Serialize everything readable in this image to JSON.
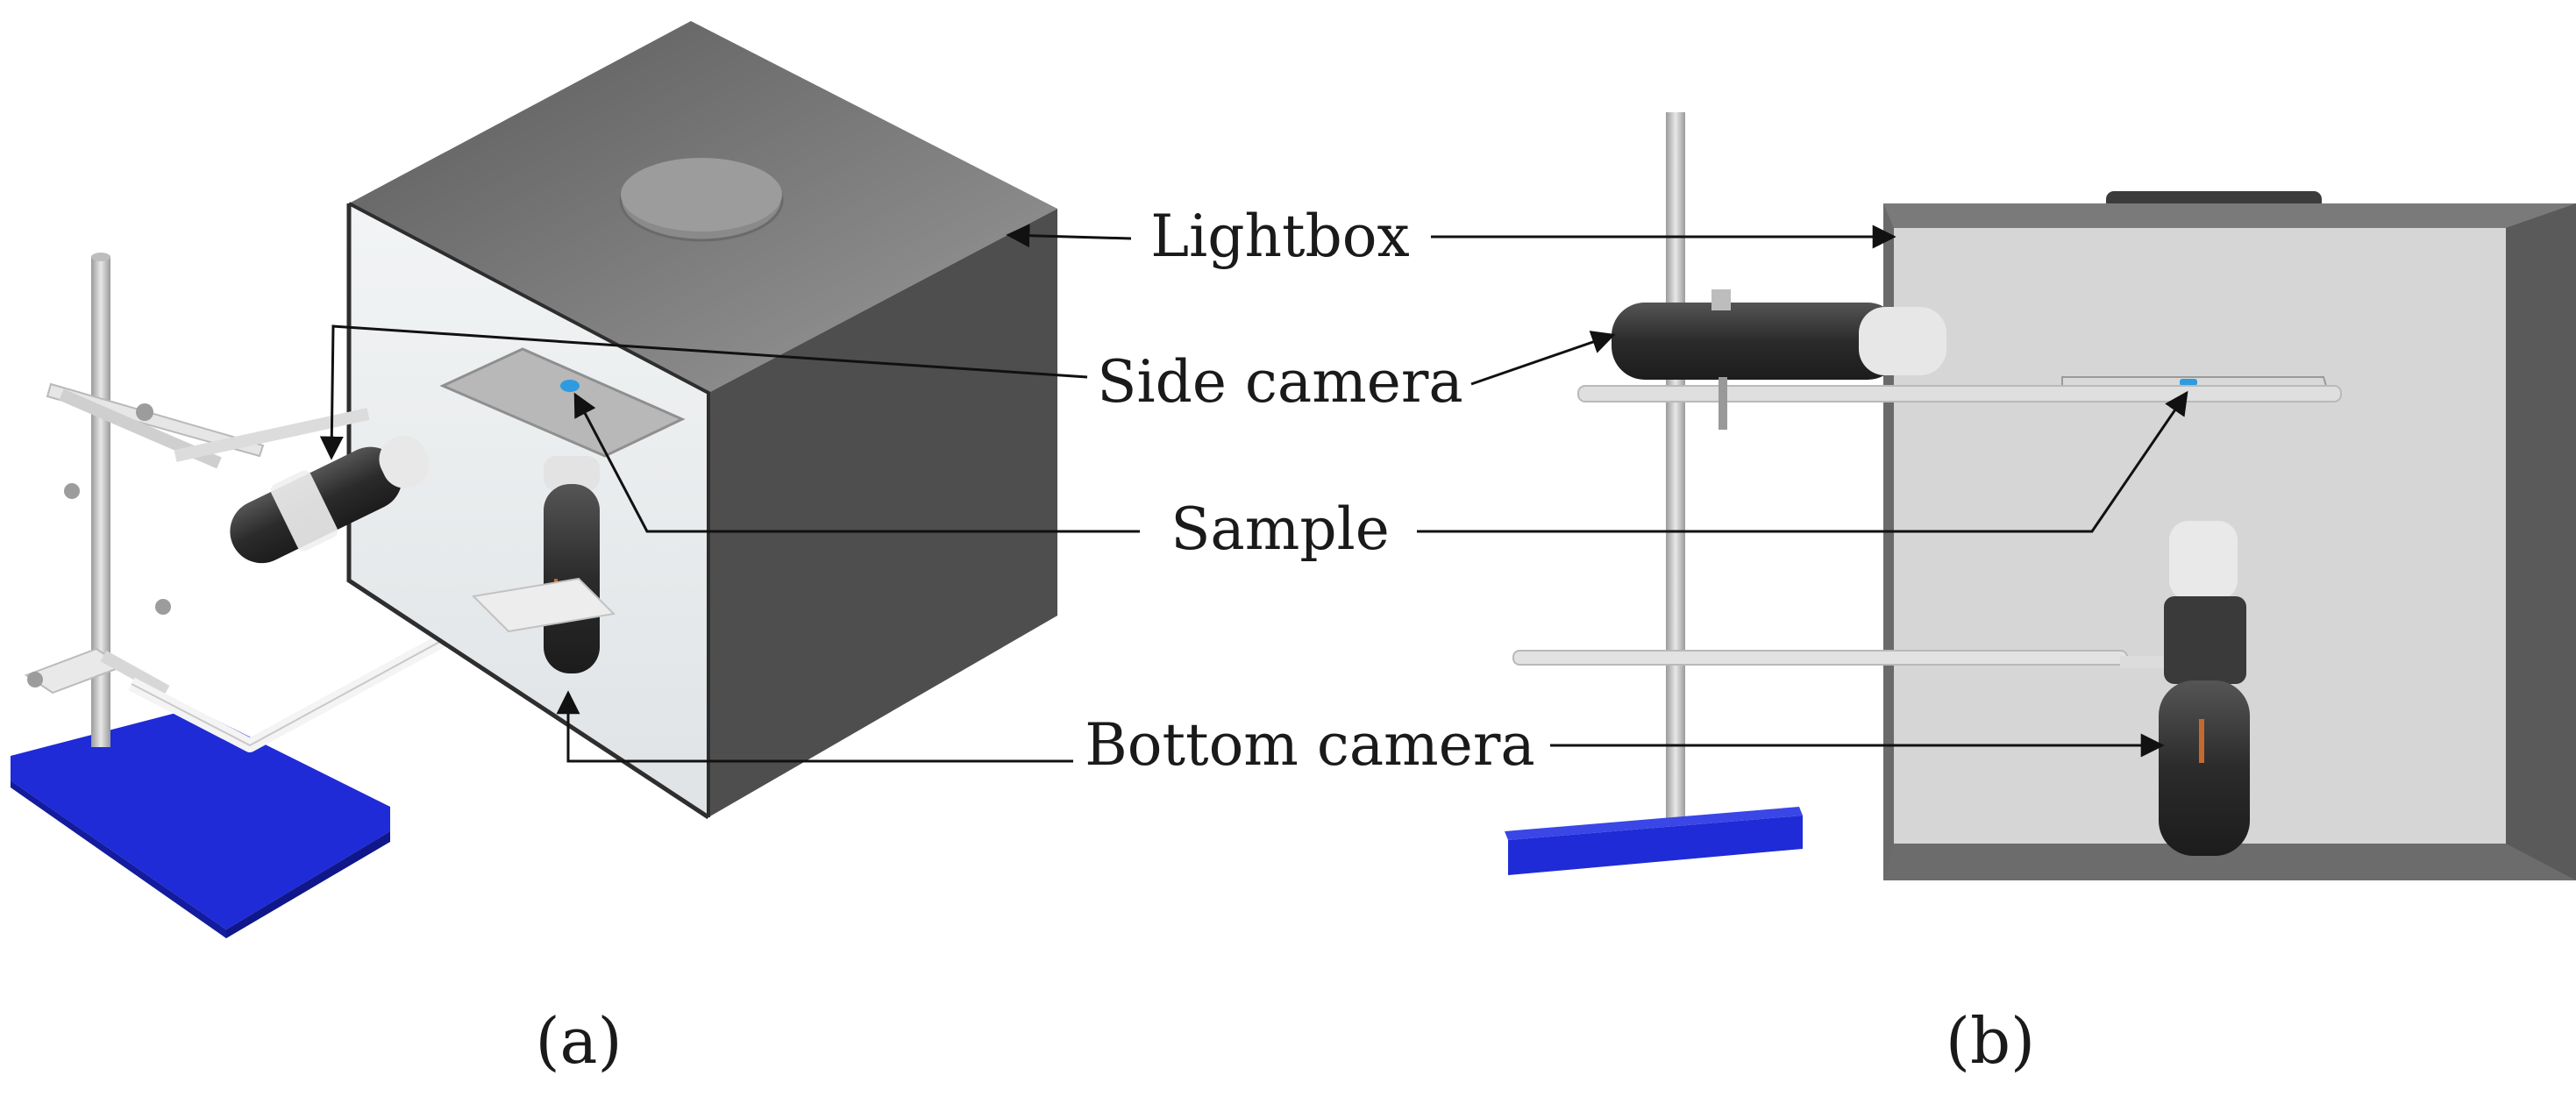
{
  "labels": {
    "lightbox": "Lightbox",
    "side_camera": "Side camera",
    "sample": "Sample",
    "bottom_camera": "Bottom camera"
  },
  "captions": {
    "a": "(a)",
    "b": "(b)"
  },
  "colors": {
    "stand_base": "#1f2bd6",
    "box_dark": "#505050",
    "box_light": "#cfcfcf",
    "camera_body": "#333333",
    "sample_marker": "#2e9be0",
    "arrow": "#111111"
  }
}
